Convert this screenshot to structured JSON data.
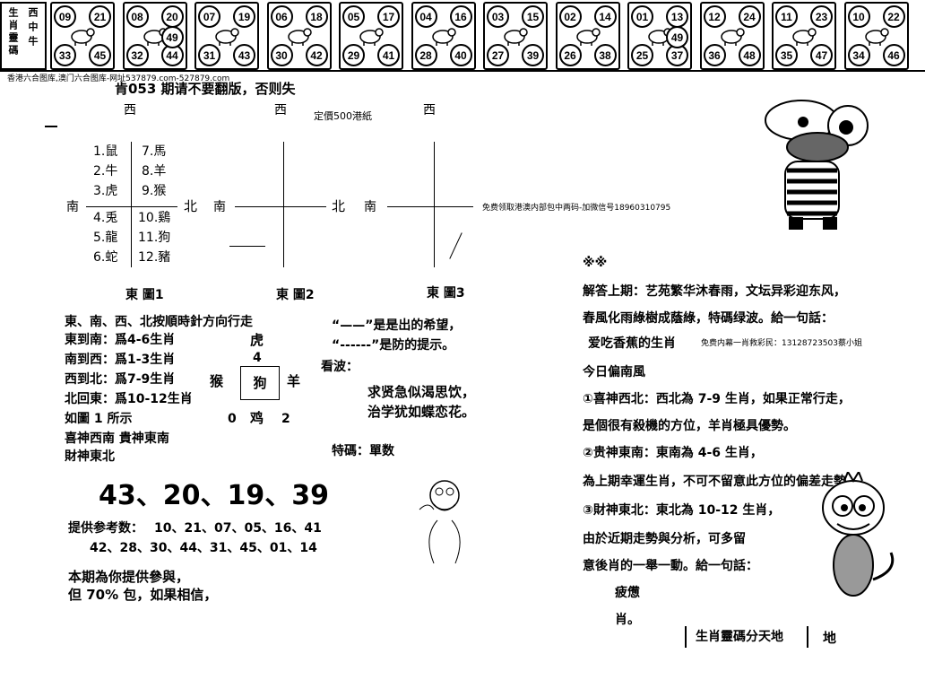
{
  "strip": {
    "side_label": [
      "生",
      "肖",
      "靈",
      "碼",
      "西",
      "中",
      "牛"
    ],
    "cells": [
      {
        "tl": "09",
        "tr": "21",
        "bl": "33",
        "br": "45",
        "animal": "rat-icon"
      },
      {
        "tl": "08",
        "tr": "20",
        "mr": "49",
        "bl": "32",
        "br": "44",
        "animal": "ox-icon"
      },
      {
        "tl": "07",
        "tr": "19",
        "bl": "31",
        "br": "43",
        "animal": "tiger-icon"
      },
      {
        "tl": "06",
        "tr": "18",
        "bl": "30",
        "br": "42",
        "animal": "rabbit-icon"
      },
      {
        "tl": "05",
        "tr": "17",
        "bl": "29",
        "br": "41",
        "animal": "dragon-icon"
      },
      {
        "tl": "04",
        "tr": "16",
        "bl": "28",
        "br": "40",
        "animal": "snake-icon"
      },
      {
        "tl": "03",
        "tr": "15",
        "bl": "27",
        "br": "39",
        "animal": "horse-icon"
      },
      {
        "tl": "02",
        "tr": "14",
        "bl": "26",
        "br": "38",
        "animal": "goat-icon"
      },
      {
        "tl": "01",
        "tr": "13",
        "mr": "49",
        "bl": "25",
        "br": "37",
        "animal": "monkey-icon"
      },
      {
        "tl": "12",
        "tr": "24",
        "bl": "36",
        "br": "48",
        "animal": "rooster-icon"
      },
      {
        "tl": "11",
        "tr": "23",
        "bl": "35",
        "br": "47",
        "animal": "dog-icon"
      },
      {
        "tl": "10",
        "tr": "22",
        "bl": "34",
        "br": "46",
        "animal": "pig-icon"
      }
    ]
  },
  "header": {
    "site_line": "香港六合图库,澳门六合图库-网址537879.com-527879.com",
    "issue_line": "肯053 期请不要翻版，否则失",
    "price": "定價500港紙",
    "ad_line": "免费领取港澳内部包中两码-加微信号18960310795"
  },
  "compass": {
    "west": "西",
    "south": "南",
    "north": "北",
    "east_fig1": "東  圖1",
    "east_fig2": "東  圖2",
    "east_fig3": "東  圖3",
    "zodiac_left": [
      "1.鼠",
      "2.牛",
      "3.虎",
      "4.兎",
      "5.龍",
      "6.蛇"
    ],
    "zodiac_right": [
      "7.馬",
      "8.羊",
      "9.猴",
      "10.鷄",
      "11.狗",
      "12.豬"
    ]
  },
  "rules": {
    "lines": [
      "東、南、西、北按順時針方向行走",
      "東到南：爲4-6生肖",
      "南到西：爲1-3生肖",
      "西到北：爲7-9生肖",
      "北回東：爲10-12生肖",
      "如圖 1 所示"
    ],
    "gods": [
      "喜神西南    貴神東南",
      "財神東北"
    ]
  },
  "center_chart": {
    "tiger": "虎",
    "four": "4",
    "monkey": "猴",
    "dog": "狗",
    "goat": "羊",
    "zero": "0",
    "rooster": "鸡",
    "two": "2"
  },
  "hints": {
    "hint1": "“——”是是出的希望，",
    "hint2": "“------”是防的提示。",
    "kanbo_label": "看波：",
    "poem1": "求贤急似渴思饮，",
    "poem2": "治学犹如蝶恋花。",
    "tema": "特碼：單数"
  },
  "main_numbers": "43、20、19、39",
  "ref": {
    "label": "提供参考数：",
    "line1": "10、21、07、05、16、41",
    "line2": "42、28、30、44、31、45、01、14"
  },
  "footer_left": {
    "line1": "本期為你提供參與，",
    "line2": "但 70% 包，如果相信，"
  },
  "right": {
    "stars": "※※",
    "answer1": "解答上期：艺苑繁华沐春雨，文坛异彩迎东风，",
    "answer2": "春風化雨綠樹成蔭綠，特碼绿波。給一句話：",
    "answer3": "爱吃香蕉的生肖",
    "answer3_small": "免费内幕一肖救彩民：13128723503蔡小姐",
    "wind": "今日偏南風",
    "p1": "①喜神西北：西北為 7-9 生肖，如果正常行走，",
    "p2": "是個很有殺機的方位，羊肖極具優勢。",
    "p3": "②贵神東南：東南為 4-6 生肖，",
    "p4": "為上期幸運生肖，不可不留意此方位的偏差走勢，",
    "p5": "③財神東北：東北為 10-12 生肖，",
    "p6": "由於近期走勢與分析，可多留",
    "p7": "意後肖的一舉一動。給一句話：",
    "p8": "疲憊",
    "p9": "肖。",
    "box": "生肖靈碼分天地",
    "box_tail": "地"
  }
}
